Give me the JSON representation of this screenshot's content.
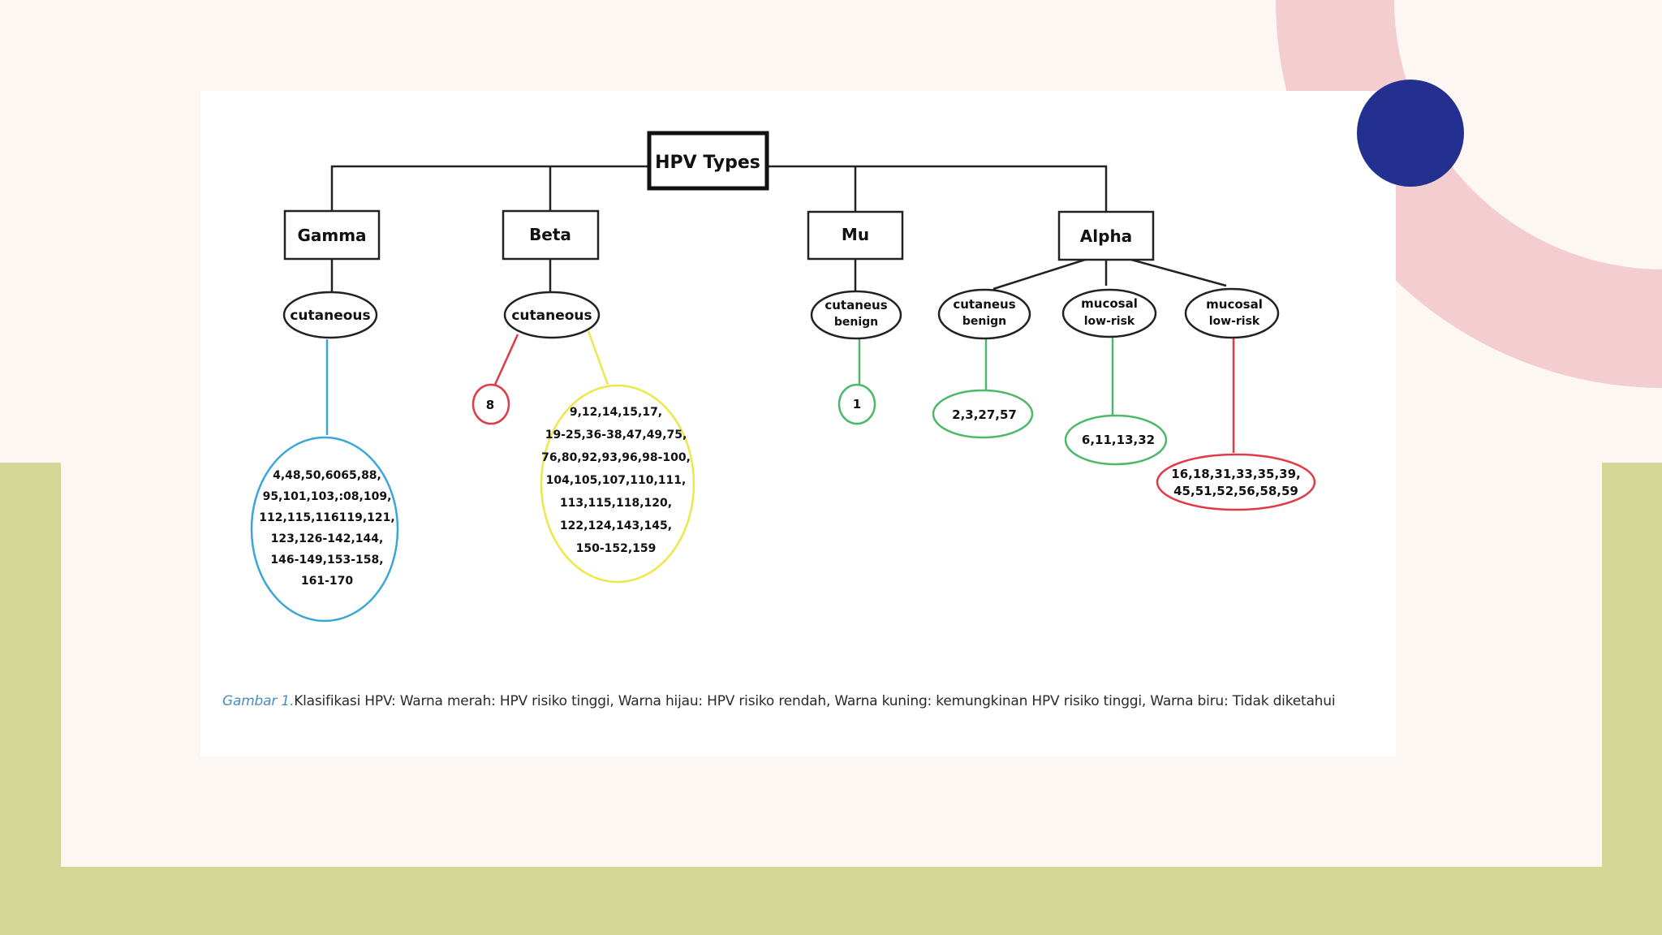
{
  "diagram": {
    "root": "HPV Types",
    "genera": [
      {
        "name": "Gamma",
        "tropism": [
          "cutaneous"
        ],
        "types": [
          "4,48,50,6065,88,",
          "95,101,103,:08,109,",
          "112,115,116119,121,",
          "123,126-142,144,",
          "146-149,153-158,",
          "161-170"
        ],
        "risk_color": "#3aa6d8"
      },
      {
        "name": "Beta",
        "tropism": [
          "cutaneous"
        ],
        "types_a": [
          "8"
        ],
        "risk_color_a": "#e03a48",
        "types_b": [
          "9,12,14,15,17,",
          "19-25,36-38,47,49,75,",
          "76,80,92,93,96,98-100,",
          "104,105,107,110,111,",
          "113,115,118,120,",
          "122,124,143,145,",
          "150-152,159"
        ],
        "risk_color_b": "#eee64a"
      },
      {
        "name": "Mu",
        "tropism": [
          "cutaneus",
          "benign"
        ],
        "types": [
          "1"
        ],
        "risk_color": "#4cb86a"
      },
      {
        "name": "Alpha",
        "subgroups": [
          {
            "tropism": [
              "cutaneus",
              "benign"
            ],
            "types": [
              "2,3,27,57"
            ],
            "risk_color": "#4cb86a"
          },
          {
            "tropism": [
              "mucosal",
              "low-risk"
            ],
            "types": [
              "6,11,13,32"
            ],
            "risk_color": "#4cb86a"
          },
          {
            "tropism": [
              "mucosal",
              "low-risk"
            ],
            "types": [
              "16,18,31,33,35,39,",
              "45,51,52,56,58,59"
            ],
            "risk_color": "#e03a48"
          }
        ]
      }
    ]
  },
  "caption": {
    "figure_label": "Gambar 1.",
    "text": "Klasifikasi HPV: Warna merah: HPV risiko tinggi, Warna hijau: HPV risiko rendah, Warna kuning: kemungkinan HPV risiko tinggi, Warna biru: Tidak diketahui"
  },
  "colors": {
    "background": "#fdf7f3",
    "green_band": "#d3d694",
    "pink_arc": "#f3cdd0",
    "navy_dot": "#23308f"
  }
}
